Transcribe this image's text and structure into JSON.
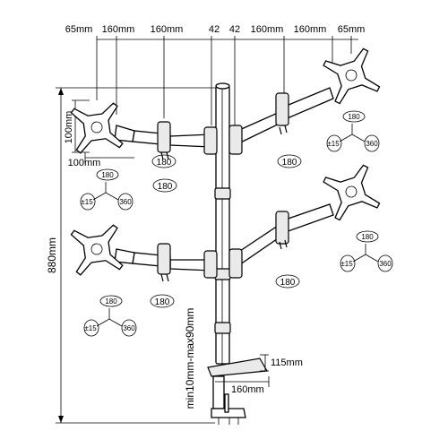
{
  "top_dims": {
    "d1": "65mm",
    "d2": "160mm",
    "d3": "160mm",
    "d4": "42",
    "d5": "42",
    "d6": "160mm",
    "d7": "160mm",
    "d8": "65mm"
  },
  "side_dims": {
    "height_100": "100mm",
    "width_100": "100mm",
    "total_height": "880mm",
    "clamp_range": "min10mm-max90mm",
    "base_depth": "115mm",
    "base_width": "160mm"
  },
  "rotation": {
    "tilt": "180",
    "swivel": "±15",
    "rotate": "360",
    "arm_swivel": "180"
  }
}
